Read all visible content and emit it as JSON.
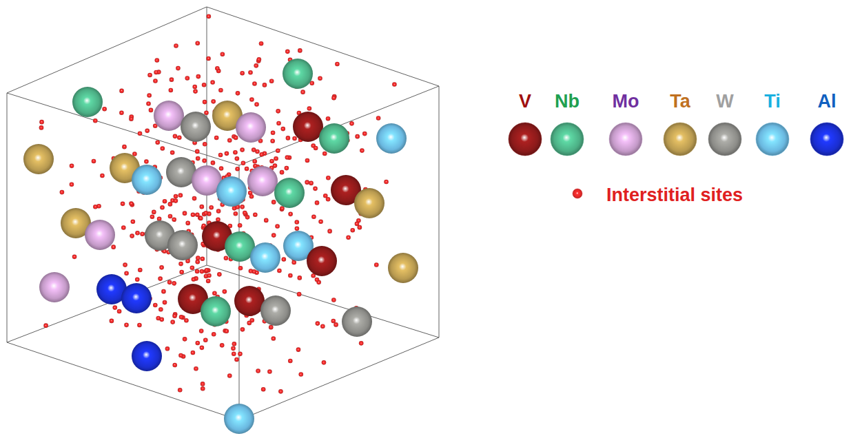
{
  "diagram": {
    "legend": [
      {
        "text": "V",
        "color": "#8b1a1a"
      },
      {
        "text": "Nb",
        "color": "#4caf85"
      },
      {
        "text": "Mo",
        "color": "#c49ac8"
      },
      {
        "text": "Ta",
        "color": "#b89a50"
      },
      {
        "text": "W",
        "color": "#8c8c88"
      },
      {
        "text": "Ti",
        "color": "#6ab8e0"
      },
      {
        "text": "Al",
        "color": "#1a2ed0"
      },
      {
        "text": "Interstitial sites",
        "color": "#e02828"
      }
    ]
  }
}
